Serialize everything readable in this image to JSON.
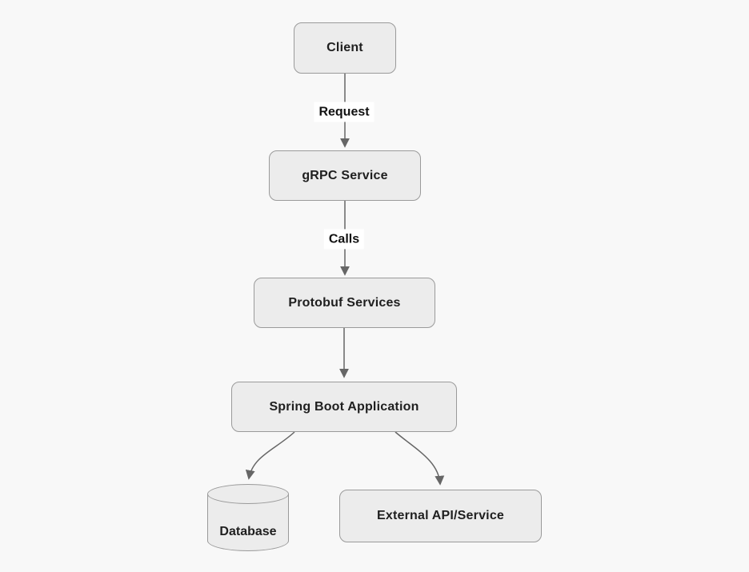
{
  "diagram": {
    "type": "flowchart",
    "direction": "top-down",
    "nodes": [
      {
        "id": "client",
        "label": "Client",
        "shape": "rounded-rect"
      },
      {
        "id": "grpc",
        "label": "gRPC Service",
        "shape": "rounded-rect"
      },
      {
        "id": "protobuf",
        "label": "Protobuf Services",
        "shape": "rounded-rect"
      },
      {
        "id": "springboot",
        "label": "Spring Boot Application",
        "shape": "rounded-rect"
      },
      {
        "id": "database",
        "label": "Database",
        "shape": "cylinder"
      },
      {
        "id": "external",
        "label": "External API/Service",
        "shape": "rounded-rect"
      }
    ],
    "edges": [
      {
        "from": "client",
        "to": "grpc",
        "label": "Request"
      },
      {
        "from": "grpc",
        "to": "protobuf",
        "label": "Calls"
      },
      {
        "from": "protobuf",
        "to": "springboot",
        "label": ""
      },
      {
        "from": "springboot",
        "to": "database",
        "label": ""
      },
      {
        "from": "springboot",
        "to": "external",
        "label": ""
      }
    ],
    "colors": {
      "background": "#f8f8f8",
      "node_fill": "#ececec",
      "node_border": "#9a9a9a",
      "edge_stroke": "#666666",
      "text": "#1f1f1f",
      "edge_label_bg": "#ffffff"
    }
  }
}
